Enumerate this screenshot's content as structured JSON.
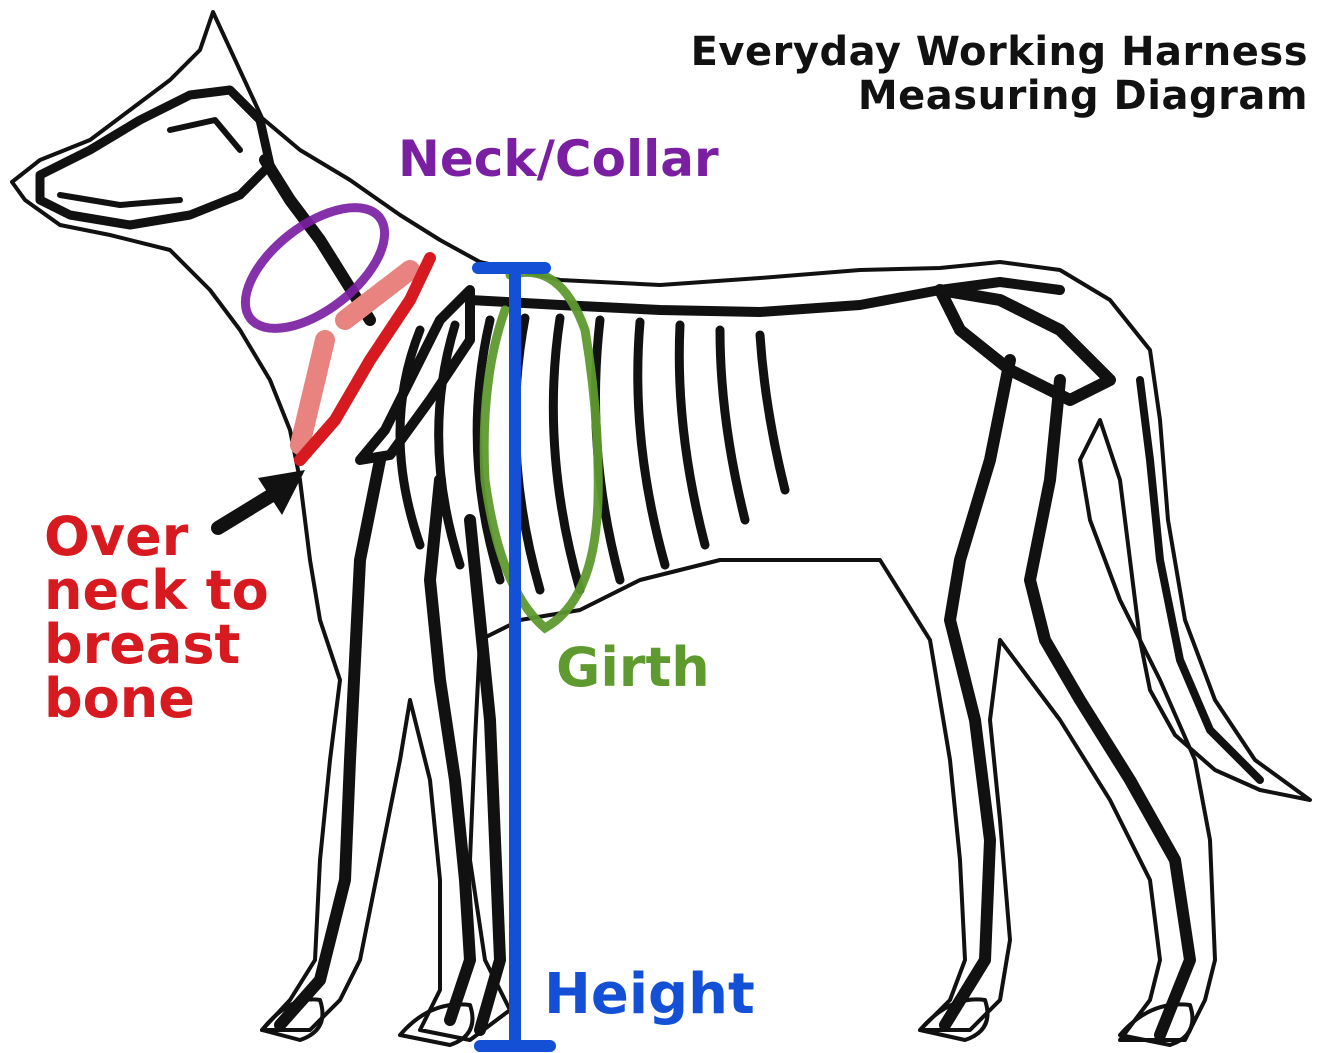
{
  "title": {
    "line1": "Everyday Working Harness",
    "line2": "Measuring Diagram"
  },
  "labels": {
    "neck": "Neck/Collar",
    "girth": "Girth",
    "height": "Height",
    "over": [
      "Over",
      "neck to",
      "breast",
      "bone"
    ]
  },
  "colors": {
    "neck": "#7b1fa2",
    "girth": "#5e9a2f",
    "height": "#1450d6",
    "over": "#d71920",
    "over_light": "#e8837f",
    "ink": "#111111"
  },
  "illustration": "dog-skeleton-icon"
}
